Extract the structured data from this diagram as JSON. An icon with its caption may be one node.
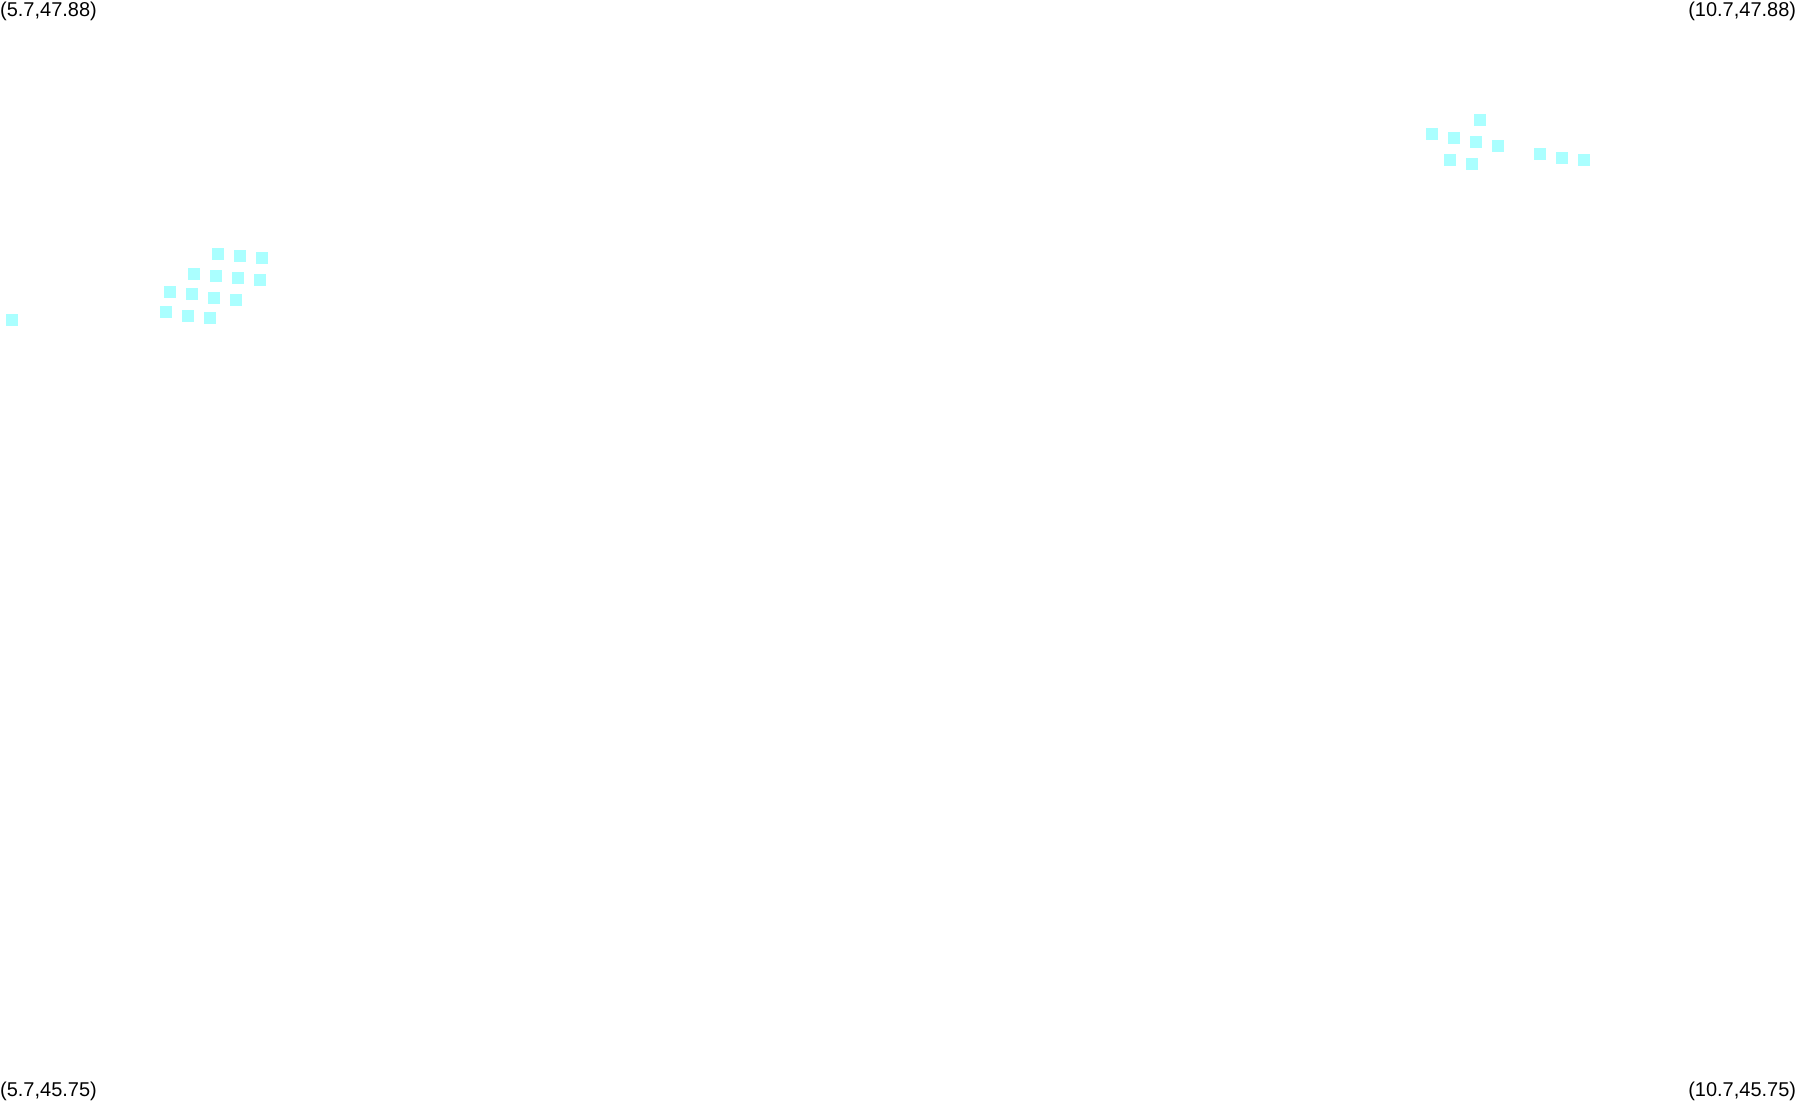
{
  "diagram": {
    "labels": [
      "(5.7,47.88)",
      "(10.7,47.88)",
      "(5.7,45.75)",
      "(10.7,45.75)"
    ]
  }
}
